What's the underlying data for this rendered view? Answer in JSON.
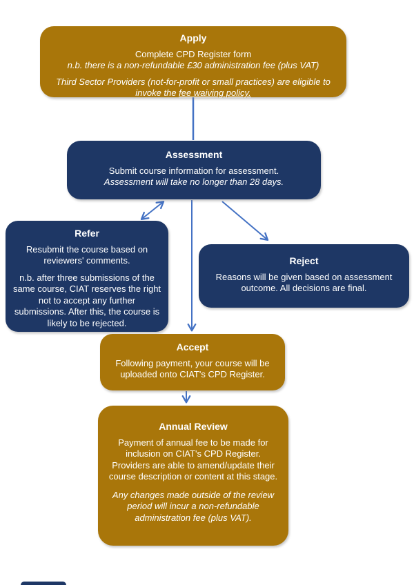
{
  "diagram": {
    "type": "flowchart",
    "subject": "CIAT CPD Register course application process"
  },
  "colors": {
    "gold_box": "#A9760A",
    "navy_box": "#1E3765",
    "connector_blue": "#4472C4",
    "text": "#FFFFFF"
  },
  "nodes": {
    "apply": {
      "title": "Apply",
      "line1": "Complete CPD Register form",
      "line2": "n.b. there is a non-refundable £30 administration fee (plus VAT)",
      "line3_prefix": "Third Sector Providers (not-for-profit or small practices) are eligible to invoke the ",
      "line3_link": "fee waiving policy."
    },
    "assessment": {
      "title": "Assessment",
      "line1": "Submit course information for assessment.",
      "line2": "Assessment will take no longer than 28 days."
    },
    "refer": {
      "title": "Refer",
      "para1": "Resubmit the course based on reviewers' comments.",
      "para2": "n.b. after three submissions of the same course, CIAT reserves the right not to accept any further submissions. After this, the course is likely to be rejected."
    },
    "reject": {
      "title": "Reject",
      "para1": "Reasons will be given based on assessment outcome. All decisions are final."
    },
    "accept": {
      "title": "Accept",
      "para1": "Following payment, your course will be uploaded onto CIAT's CPD Register."
    },
    "annual_review": {
      "title": "Annual Review",
      "para1": "Payment of annual fee to be made for inclusion on CIAT's CPD Register. Providers are able to amend/update their course description or content at this stage.",
      "para2": "Any changes made outside of the review period will incur a non-refundable administration fee (plus VAT)."
    }
  },
  "edges": [
    {
      "from": "apply",
      "to": "assessment",
      "style": "line"
    },
    {
      "from": "assessment",
      "to": "refer",
      "style": "double-arrow"
    },
    {
      "from": "assessment",
      "to": "reject",
      "style": "arrow"
    },
    {
      "from": "assessment",
      "to": "accept",
      "style": "arrow"
    },
    {
      "from": "accept",
      "to": "annual_review",
      "style": "arrow"
    }
  ]
}
